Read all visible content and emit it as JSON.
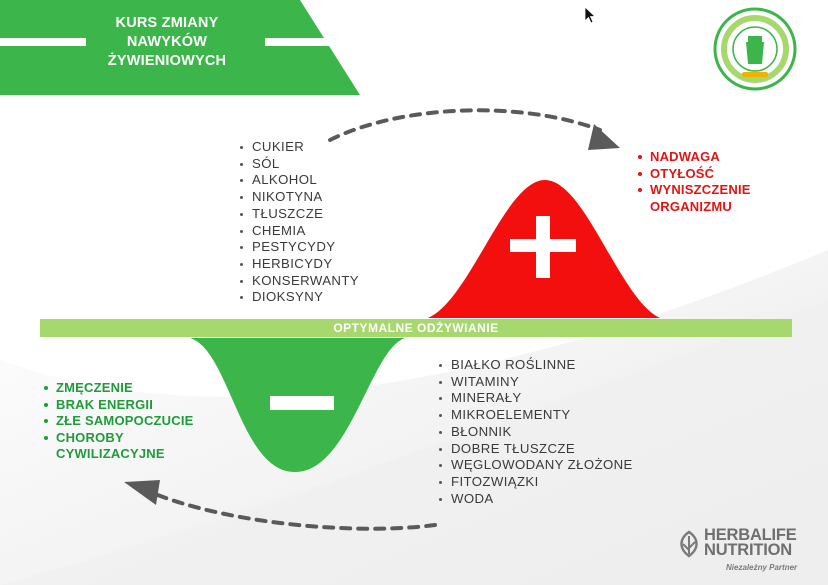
{
  "title": [
    "KURS ZMIANY",
    "NAWYKÓW",
    "ŻYWIENIOWYCH"
  ],
  "top_list": [
    "CUKIER",
    "SÓL",
    "ALKOHOL",
    "NIKOTYNA",
    "TŁUSZCZE",
    "CHEMIA",
    "PESTYCYDY",
    "HERBICYDY",
    "KONSERWANTY",
    "DIOKSYNY"
  ],
  "excess_effects": [
    "NADWAGA",
    "OTYŁOŚĆ",
    "WYNISZCZENIE",
    "ORGANIZMU"
  ],
  "banner_label": "OPTYMALNE ODŻYWIANIE",
  "deficiency_effects": [
    "ZMĘCZENIE",
    "BRAK ENERGII",
    "ZŁE SAMOPOCZUCIE",
    "CHOROBY",
    "CYWILIZACYJNE"
  ],
  "bottom_list": [
    "BIAŁKO ROŚLINNE",
    "WITAMINY",
    "MINERAŁY",
    "MIKROELEMENTY",
    "BŁONNIK",
    "DOBRE TŁUSZCZE",
    "WĘGLOWODANY ZŁOŻONE",
    "FITOZWIĄZKI",
    "WODA"
  ],
  "brand": [
    "HERBALIFE",
    "NUTRITION"
  ],
  "partner": "Niezależny Partner",
  "colors": {
    "green": "#3cb54a",
    "light_green": "#a7d86e",
    "red": "#f40f0f",
    "text_red": "#e31414",
    "text_green": "#1f9c3a"
  }
}
